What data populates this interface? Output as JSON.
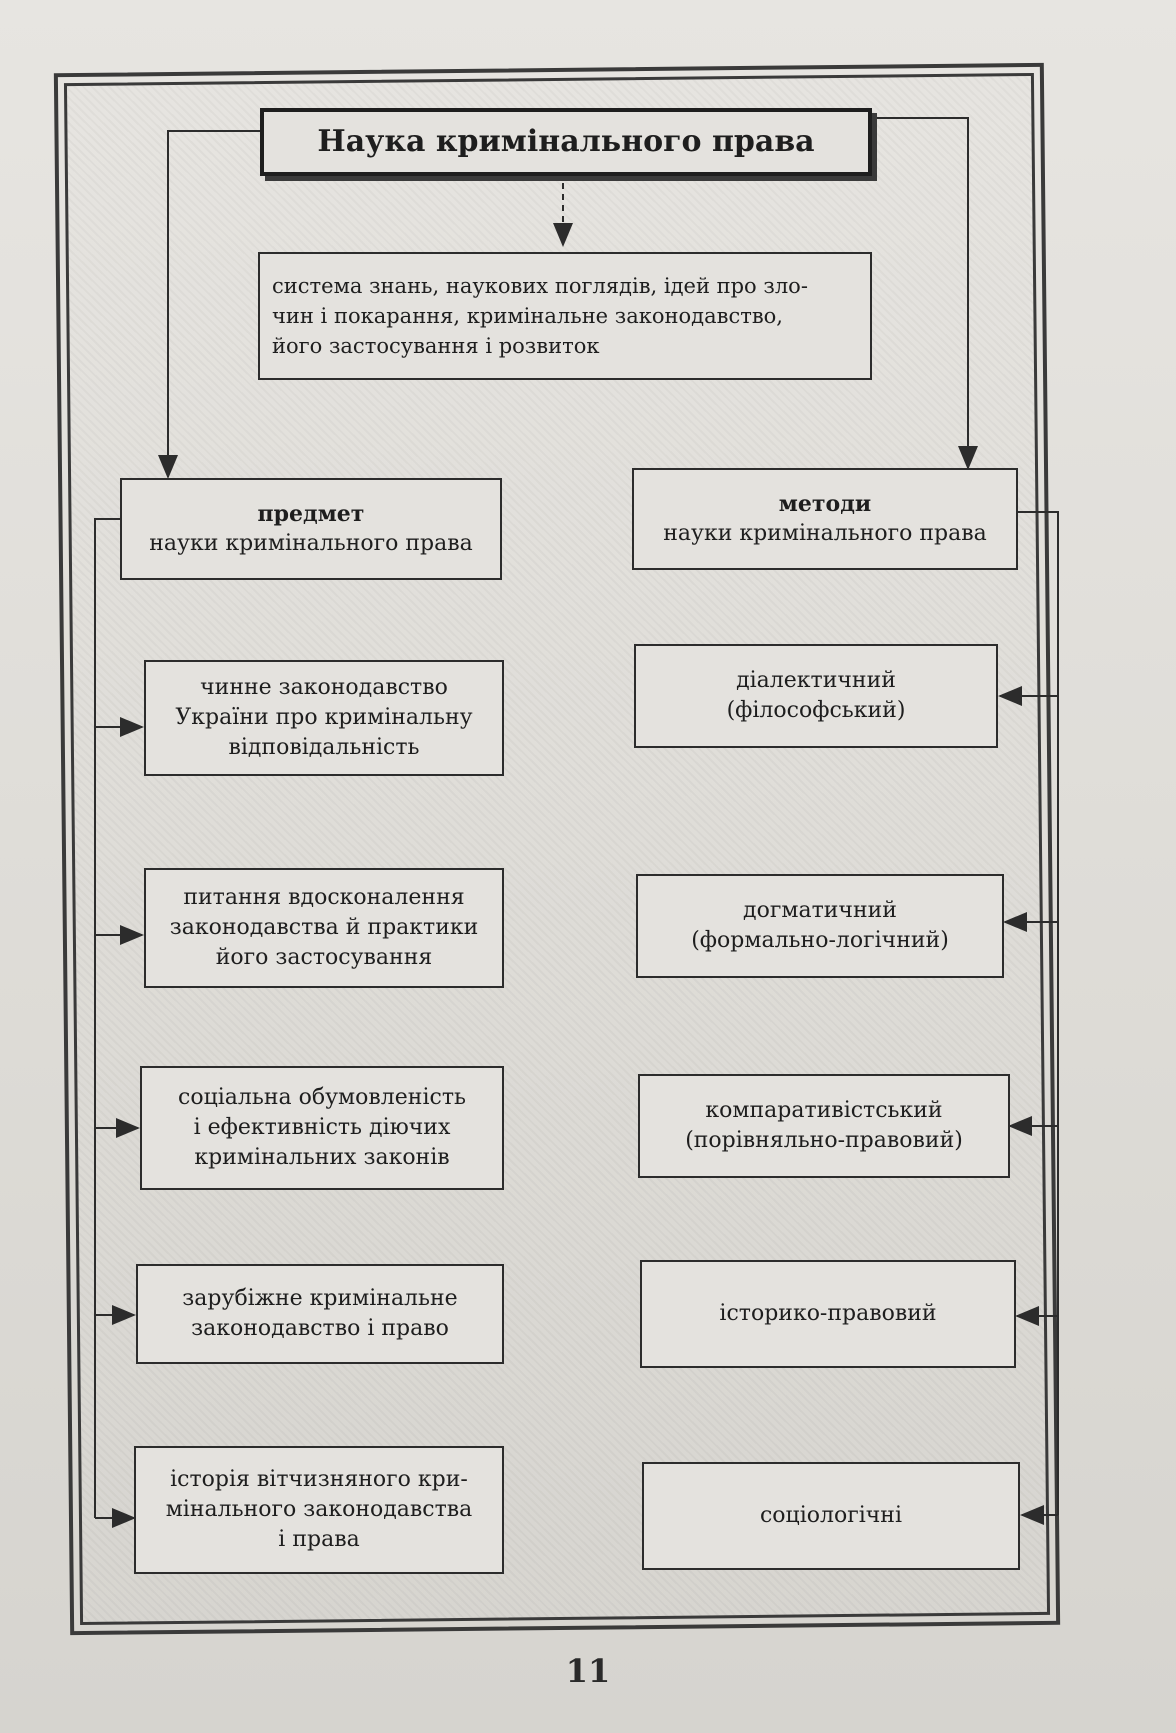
{
  "title": "Наука кримінального права",
  "definition": [
    "система знань, наукових поглядів, ідей про зло-",
    "чин і покарання, кримінальне законодавство,",
    "його застосування і розвиток"
  ],
  "subject": {
    "heading": [
      "предмет",
      "науки кримінального права"
    ],
    "items": [
      [
        "чинне законодавство",
        "України про кримінальну",
        "відповідальність"
      ],
      [
        "питання вдосконалення",
        "законодавства й практики",
        "його застосування"
      ],
      [
        "соціальна обумовленість",
        "і ефективність діючих",
        "кримінальних законів"
      ],
      [
        "зарубіжне кримінальне",
        "законодавство і право"
      ],
      [
        "історія вітчизняного кри-",
        "мінального законодавства",
        "і права"
      ]
    ]
  },
  "methods": {
    "heading": [
      "методи",
      "науки кримінального права"
    ],
    "items": [
      [
        "діалектичний",
        "(філософський)"
      ],
      [
        "догматичний",
        "(формально-логічний)"
      ],
      [
        "компаративістський",
        "(порівняльно-правовий)"
      ],
      [
        "історико-правовий"
      ],
      [
        "соціологічні"
      ]
    ]
  },
  "page_number": "11"
}
